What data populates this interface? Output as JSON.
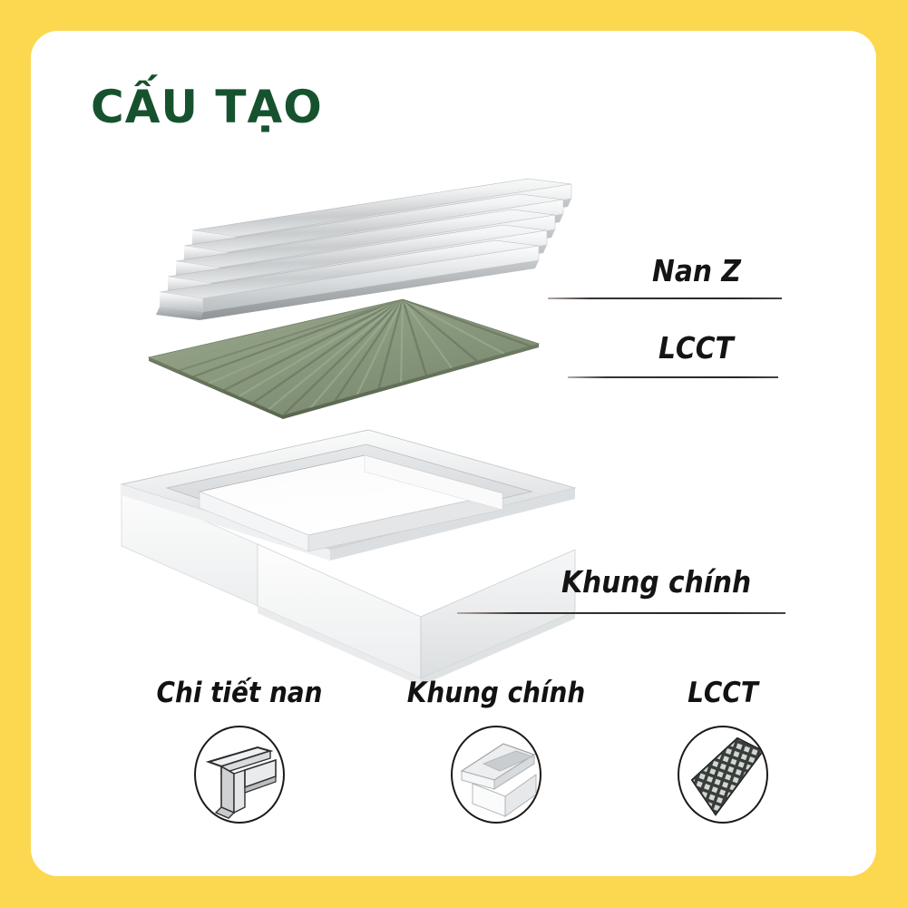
{
  "poster": {
    "border_color": "#fcd850",
    "card_color": "#ffffff",
    "title": "CẤU TẠO",
    "title_color": "#17522f"
  },
  "diagram": {
    "type": "exploded-assembly",
    "components": [
      {
        "key": "nan_z",
        "label": "Nan Z",
        "description": "Z-profile aluminium louvre slats",
        "color": "#d8dadc",
        "position": "top"
      },
      {
        "key": "lcct",
        "label": "LCCT",
        "description": "Green insect screen mesh panel",
        "color": "#8d9c81",
        "position": "middle"
      },
      {
        "key": "khung_chinh",
        "label": "Khung chính",
        "description": "Main white outer frame box",
        "color": "#f2f3f4",
        "position": "bottom"
      }
    ],
    "callouts": [
      {
        "label": "Nan Z"
      },
      {
        "label": "LCCT"
      },
      {
        "label": "Khung chính"
      }
    ]
  },
  "details": [
    {
      "label": "Chi tiết nan",
      "icon": "slat-profile-icon"
    },
    {
      "label": "Khung chính",
      "icon": "frame-corner-icon"
    },
    {
      "label": "LCCT",
      "icon": "mesh-screen-icon"
    }
  ]
}
